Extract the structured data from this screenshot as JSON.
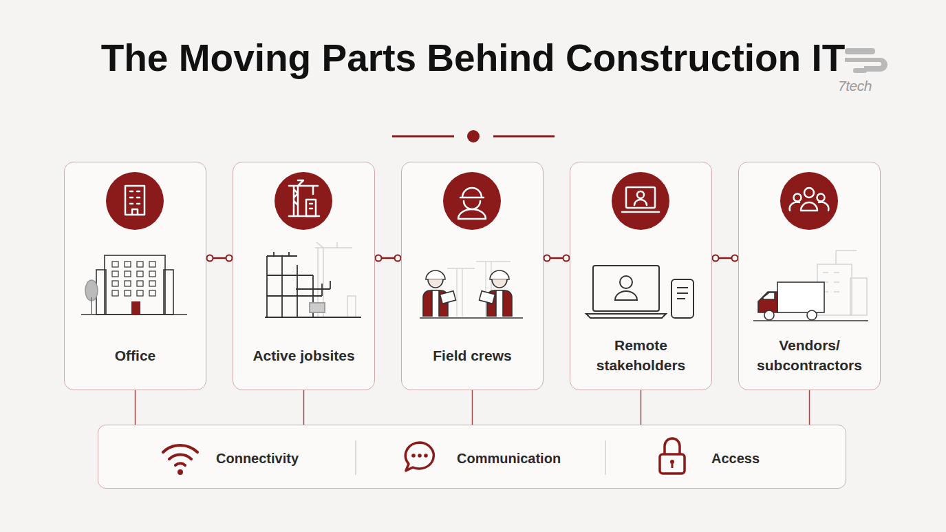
{
  "diagram": {
    "title": "The Moving Parts Behind Construction IT",
    "nodes": [
      {
        "text": [
          "Office"
        ]
      },
      {
        "text": [
          "Active jobsites"
        ]
      },
      {
        "text": [
          "Field crews"
        ]
      },
      {
        "text": [
          "Remote stakeholders"
        ]
      },
      {
        "text": [
          "Vendors/ subcontractors"
        ]
      },
      {
        "text": [
          "Connectivity",
          "Communication",
          "Access"
        ]
      }
    ],
    "edges": [
      {
        "from": 0,
        "to": 1,
        "arrow": "none"
      },
      {
        "from": 1,
        "to": 2,
        "arrow": "none"
      },
      {
        "from": 2,
        "to": 3,
        "arrow": "none"
      },
      {
        "from": 3,
        "to": 4,
        "arrow": "none"
      },
      {
        "from": 0,
        "to": 5,
        "arrow": "none"
      },
      {
        "from": 1,
        "to": 5,
        "arrow": "none"
      },
      {
        "from": 2,
        "to": 5,
        "arrow": "none"
      },
      {
        "from": 3,
        "to": 5,
        "arrow": "none"
      },
      {
        "from": 4,
        "to": 5,
        "arrow": "none"
      }
    ],
    "labels": [
      "7tech"
    ]
  }
}
